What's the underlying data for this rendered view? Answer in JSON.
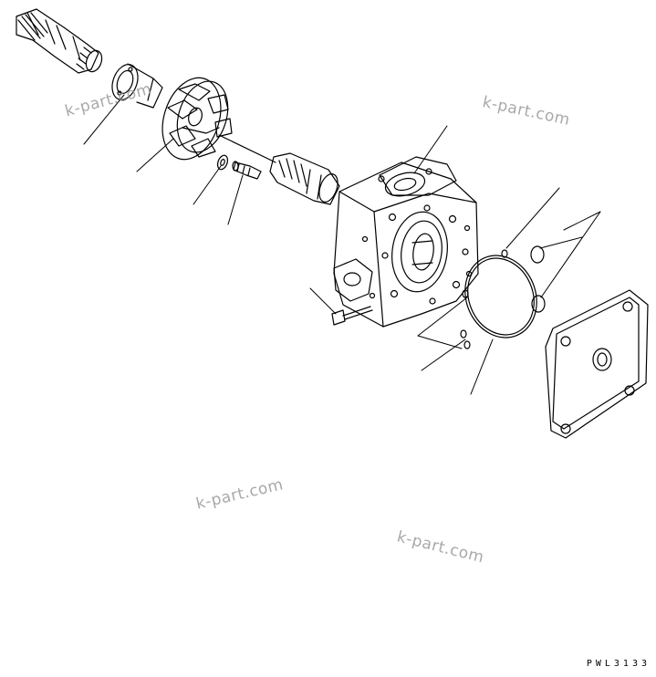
{
  "watermark_text": "k-part.com",
  "drawing_code": "PWL3133",
  "colors": {
    "line": "#000000",
    "watermark": "#9a9a9a",
    "background": "#ffffff"
  },
  "parts": [
    {
      "name": "drive-shaft"
    },
    {
      "name": "bearing-cup"
    },
    {
      "name": "rotor-impeller"
    },
    {
      "name": "washer"
    },
    {
      "name": "bolt"
    },
    {
      "name": "coupling-shaft"
    },
    {
      "name": "pump-case"
    },
    {
      "name": "mounting-screw"
    },
    {
      "name": "small-o-rings"
    },
    {
      "name": "large-o-ring"
    },
    {
      "name": "end-cover"
    }
  ]
}
